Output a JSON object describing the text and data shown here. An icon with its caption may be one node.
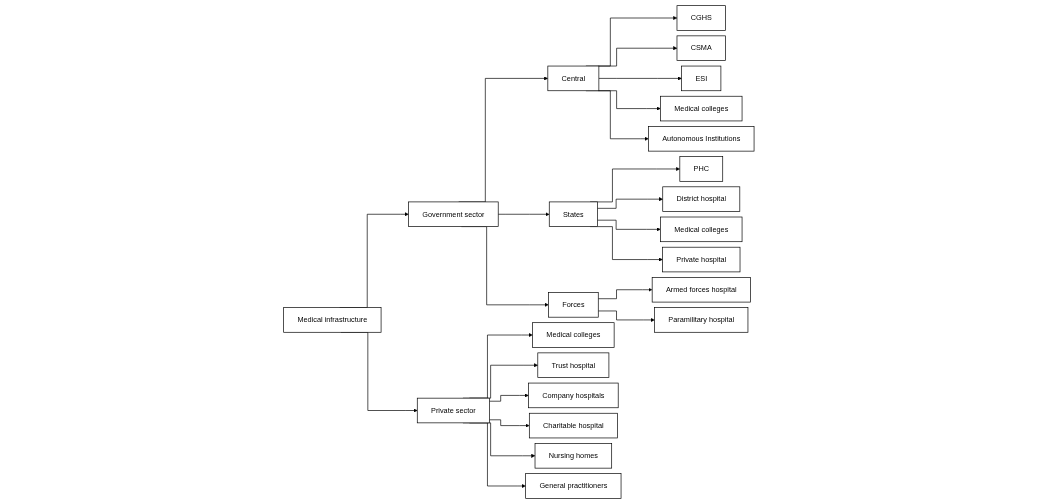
{
  "diagram": {
    "nodes": [
      {
        "text": [
          "Medical infrastructure"
        ]
      },
      {
        "text": [
          "Government sector"
        ]
      },
      {
        "text": [
          "Private sector"
        ]
      },
      {
        "text": [
          "Central"
        ]
      },
      {
        "text": [
          "States"
        ]
      },
      {
        "text": [
          "Forces"
        ]
      },
      {
        "text": [
          "CGHS"
        ]
      },
      {
        "text": [
          "CSMA"
        ]
      },
      {
        "text": [
          "ESI"
        ]
      },
      {
        "text": [
          "Medical colleges"
        ]
      },
      {
        "text": [
          "Autonomous Institutions"
        ]
      },
      {
        "text": [
          "PHC"
        ]
      },
      {
        "text": [
          "District hospital"
        ]
      },
      {
        "text": [
          "Medical colleges"
        ]
      },
      {
        "text": [
          "Private hospital"
        ]
      },
      {
        "text": [
          "Armed forces hospital"
        ]
      },
      {
        "text": [
          "Paramilitary hospital"
        ]
      },
      {
        "text": [
          "Medical colleges"
        ]
      },
      {
        "text": [
          "Trust hospital"
        ]
      },
      {
        "text": [
          "Company hospitals"
        ]
      },
      {
        "text": [
          "Charitable hospital"
        ]
      },
      {
        "text": [
          "Nursing homes"
        ]
      },
      {
        "text": [
          "General practitioners"
        ]
      }
    ],
    "edges": [
      {
        "from": 0,
        "to": 1,
        "arrow": "to"
      },
      {
        "from": 0,
        "to": 2,
        "arrow": "to"
      },
      {
        "from": 1,
        "to": 3,
        "arrow": "to"
      },
      {
        "from": 1,
        "to": 4,
        "arrow": "to"
      },
      {
        "from": 1,
        "to": 5,
        "arrow": "to"
      },
      {
        "from": 3,
        "to": 6,
        "arrow": "to"
      },
      {
        "from": 3,
        "to": 7,
        "arrow": "to"
      },
      {
        "from": 3,
        "to": 8,
        "arrow": "to"
      },
      {
        "from": 3,
        "to": 9,
        "arrow": "to"
      },
      {
        "from": 3,
        "to": 10,
        "arrow": "to"
      },
      {
        "from": 4,
        "to": 11,
        "arrow": "to"
      },
      {
        "from": 4,
        "to": 12,
        "arrow": "to"
      },
      {
        "from": 4,
        "to": 13,
        "arrow": "to"
      },
      {
        "from": 4,
        "to": 14,
        "arrow": "to"
      },
      {
        "from": 5,
        "to": 15,
        "arrow": "to"
      },
      {
        "from": 5,
        "to": 16,
        "arrow": "to"
      },
      {
        "from": 2,
        "to": 17,
        "arrow": "to"
      },
      {
        "from": 2,
        "to": 18,
        "arrow": "to"
      },
      {
        "from": 2,
        "to": 19,
        "arrow": "to"
      },
      {
        "from": 2,
        "to": 20,
        "arrow": "to"
      },
      {
        "from": 2,
        "to": 21,
        "arrow": "to"
      },
      {
        "from": 2,
        "to": 22,
        "arrow": "to"
      }
    ]
  }
}
